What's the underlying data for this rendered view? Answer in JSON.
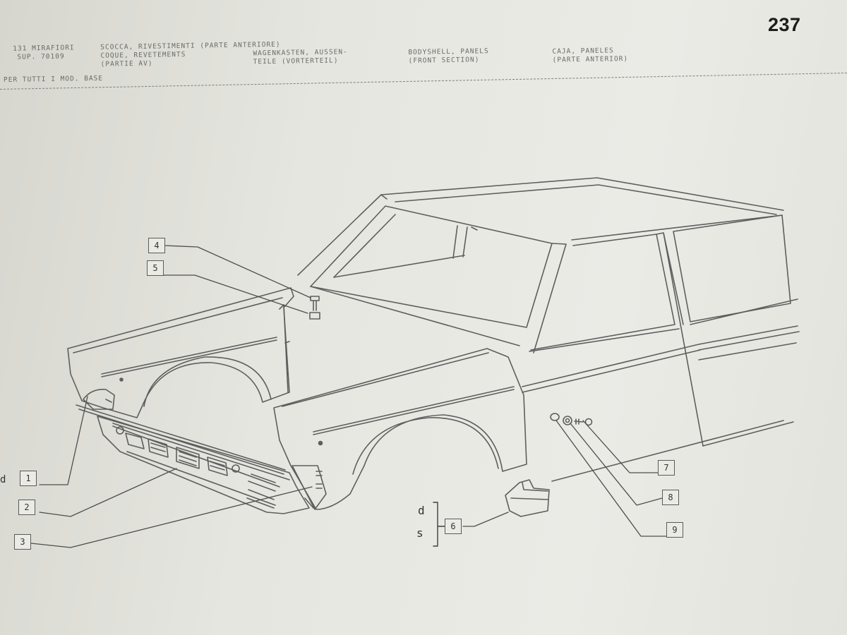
{
  "page": {
    "number": "237",
    "edge_mark": "d"
  },
  "header": {
    "model_lines": [
      "131 MIRAFIORI",
      "SUP. 70109"
    ],
    "italian": [
      "SCOCCA, RIVESTIMENTI (PARTE ANTERIORE)",
      "COQUE, REVETEMENTS",
      "(PARTIE AV)"
    ],
    "german": [
      "WAGENKASTEN, AUSSEN-",
      "TEILE (VORTERTEIL)"
    ],
    "english": [
      "BODYSHELL, PANELS",
      "(FRONT SECTION)"
    ],
    "spanish": [
      "CAJA, PANELES",
      "(PARTE ANTERIOR)"
    ],
    "applicability": "PER TUTTI I MOD. BASE"
  },
  "callouts": [
    "1",
    "2",
    "3",
    "4",
    "5",
    "6",
    "7",
    "8",
    "9"
  ],
  "side_labels": {
    "right": "d",
    "left": "s"
  },
  "colors": {
    "paper": "#e6e6e0",
    "ink": "#5a5a5a",
    "text": "#1c1c1c"
  }
}
